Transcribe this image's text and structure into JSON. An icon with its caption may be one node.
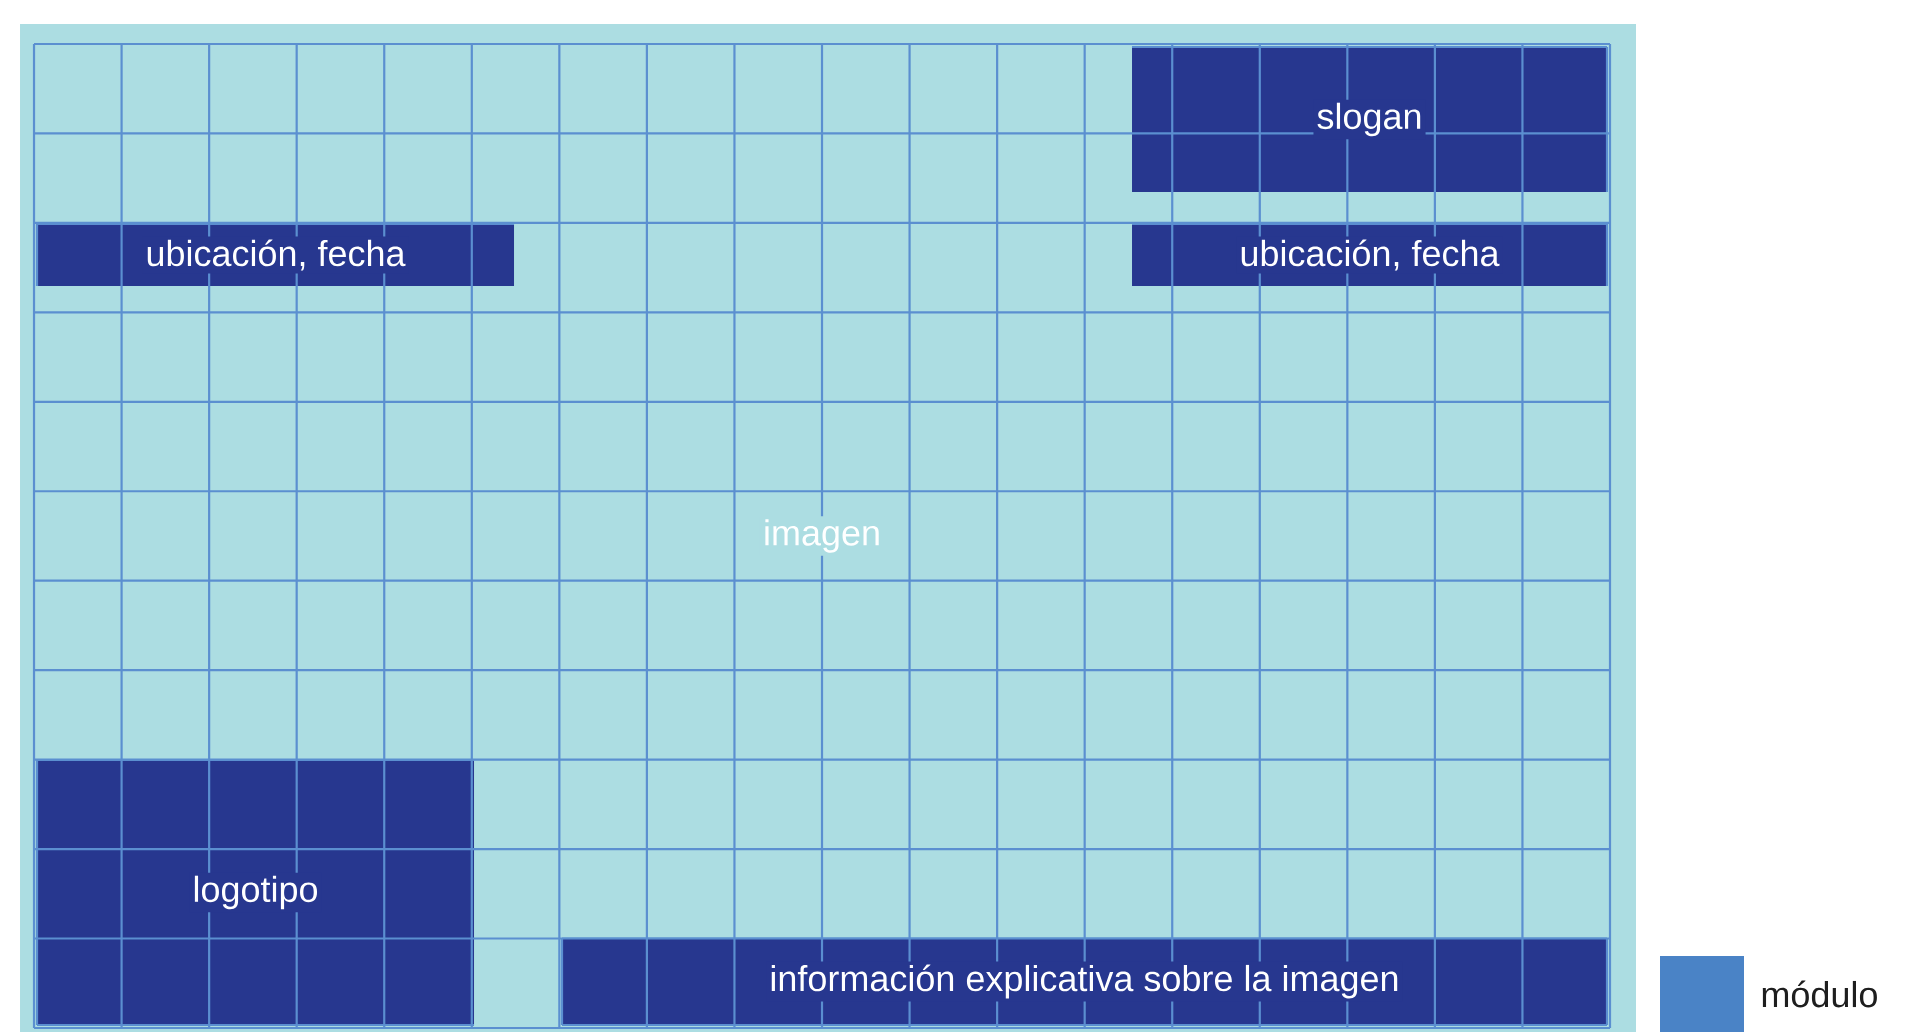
{
  "diagram": {
    "nodes": [
      {
        "text": [
          "imagen"
        ]
      },
      {
        "text": [
          "slogan"
        ],
        "in": 0
      },
      {
        "text": [
          "ubicación, fecha"
        ],
        "in": 0
      },
      {
        "text": [
          "ubicación, fecha"
        ],
        "in": 0
      },
      {
        "text": [
          "logotipo"
        ],
        "in": 0
      },
      {
        "text": [
          "información explicativa sobre la imagen"
        ],
        "in": 0
      }
    ],
    "legend": [
      {
        "text": "módulo",
        "color": "#4a83c6"
      }
    ]
  }
}
